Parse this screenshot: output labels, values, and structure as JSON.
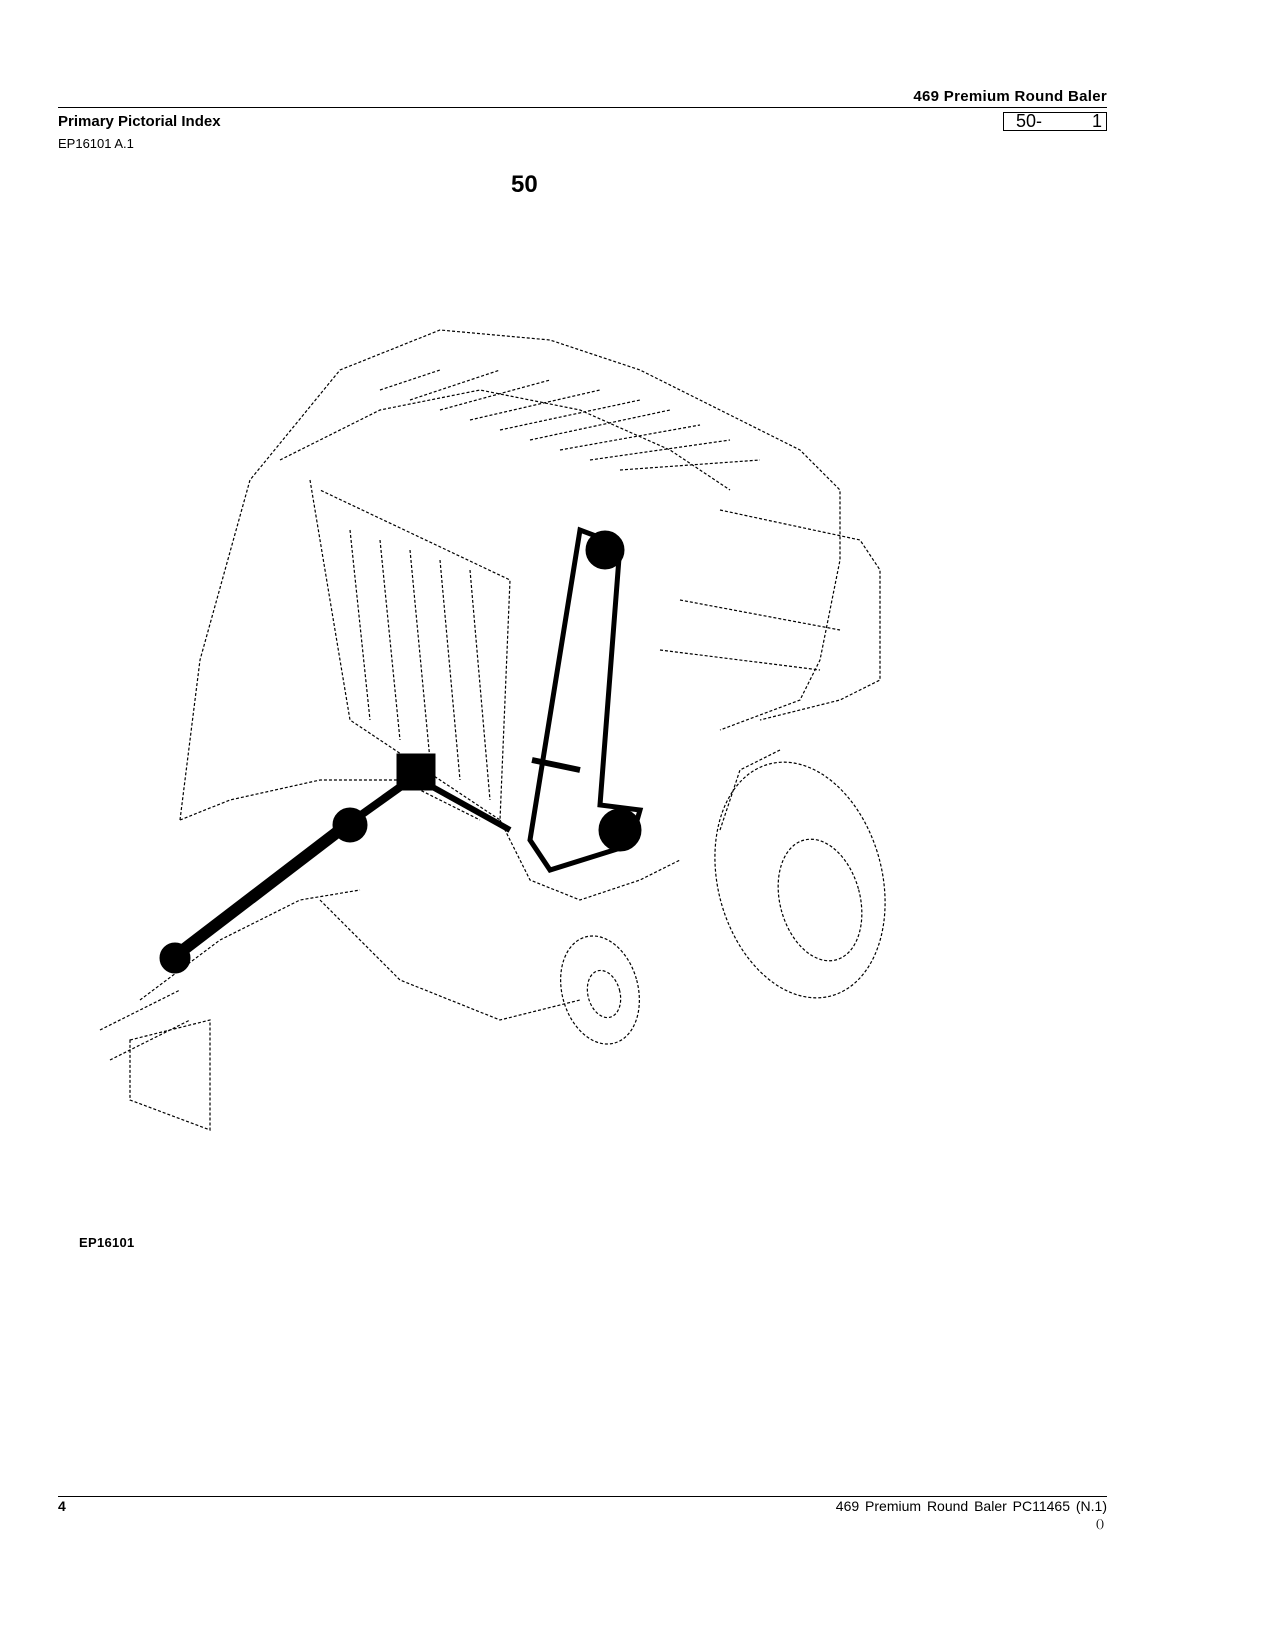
{
  "header": {
    "title": "469  Premium  Round  Baler",
    "section_title": "Primary Pictorial Index",
    "page_section": "50-",
    "page_number": "1",
    "figure_code": "EP16101 A.1"
  },
  "group_number": "50",
  "illustration": {
    "label": "EP16101",
    "icon": "round-baler-drivetrain-illustration"
  },
  "footer": {
    "page": "4",
    "document": "469 Premium Round Baler   PC11465   (N.1)",
    "revision": "()"
  }
}
